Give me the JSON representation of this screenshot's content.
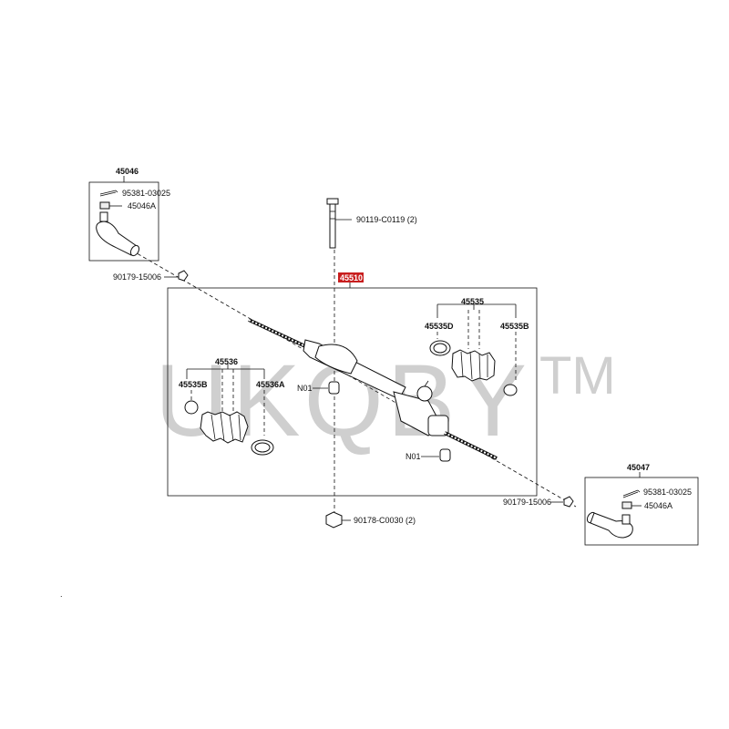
{
  "watermark": {
    "text": "UKQBY",
    "mark": "TM"
  },
  "labels": {
    "assembly_main": "45510",
    "group_left_tie_rod_end": "45046",
    "group_right_tie_rod_end": "45047",
    "cotter_pin_left": "95381-03025",
    "nut_left": "45046A",
    "cotter_pin_right": "95381-03025",
    "nut_right": "45046A",
    "lock_nut_left": "90179-15006",
    "lock_nut_right": "90179-15006",
    "bolt_top": "90119-C0119 (2)",
    "nut_bottom": "90178-C0030 (2)",
    "bushing_upper": "N01",
    "bushing_lower": "N01",
    "boot_kit_left": "45536",
    "clamp_left": "45535B",
    "clip_left": "45536A",
    "boot_kit_right": "45535",
    "clip_right": "45535D",
    "clamp_right": "45535B"
  },
  "colors": {
    "highlight": "#c81e1e",
    "line": "#111111",
    "watermark": "#cfcfcf"
  }
}
